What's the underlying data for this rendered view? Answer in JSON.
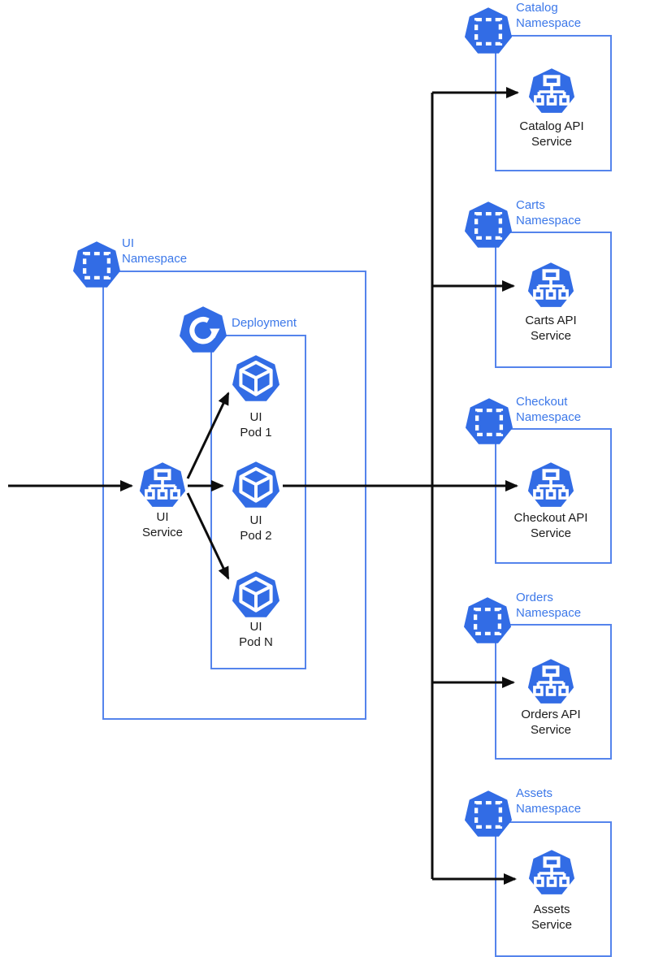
{
  "colors": {
    "icon_blue": "#326CE5",
    "box_border_blue": "#5584EC",
    "namespace_label_blue": "#3C78E9",
    "node_label_dark": "#1B1B1B",
    "arrow_black": "#0D0D0D"
  },
  "ui_cluster": {
    "namespace_label": "UI\nNamespace",
    "deployment_label": "Deployment",
    "service_label": "UI\nService",
    "pods": [
      {
        "label": "UI\nPod 1"
      },
      {
        "label": "UI\nPod 2"
      },
      {
        "label": "UI\nPod N"
      }
    ]
  },
  "namespaces": [
    {
      "label": "Catalog\nNamespace",
      "service_label": "Catalog API\nService"
    },
    {
      "label": "Carts\nNamespace",
      "service_label": "Carts API\nService"
    },
    {
      "label": "Checkout\nNamespace",
      "service_label": "Checkout API\nService"
    },
    {
      "label": "Orders\nNamespace",
      "service_label": "Orders API\nService"
    },
    {
      "label": "Assets\nNamespace",
      "service_label": "Assets\nService"
    }
  ]
}
